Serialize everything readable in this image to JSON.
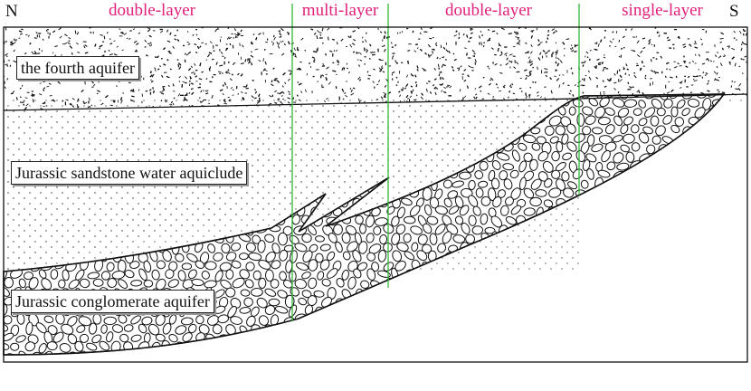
{
  "directions": {
    "north": "N",
    "south": "S"
  },
  "zones": [
    {
      "label": "double-layer"
    },
    {
      "label": "multi-layer"
    },
    {
      "label": "double-layer"
    },
    {
      "label": "single-layer"
    }
  ],
  "layers": {
    "fourth_aquifer": "the fourth aquifer",
    "sandstone_aquiclude": "Jurassic sandstone water aquiclude",
    "conglomerate_aquifer": "Jurassic conglomerate aquifer"
  },
  "colors": {
    "zone_label": "#e0207a",
    "boundary_line": "#33b833",
    "outline": "#111111"
  }
}
